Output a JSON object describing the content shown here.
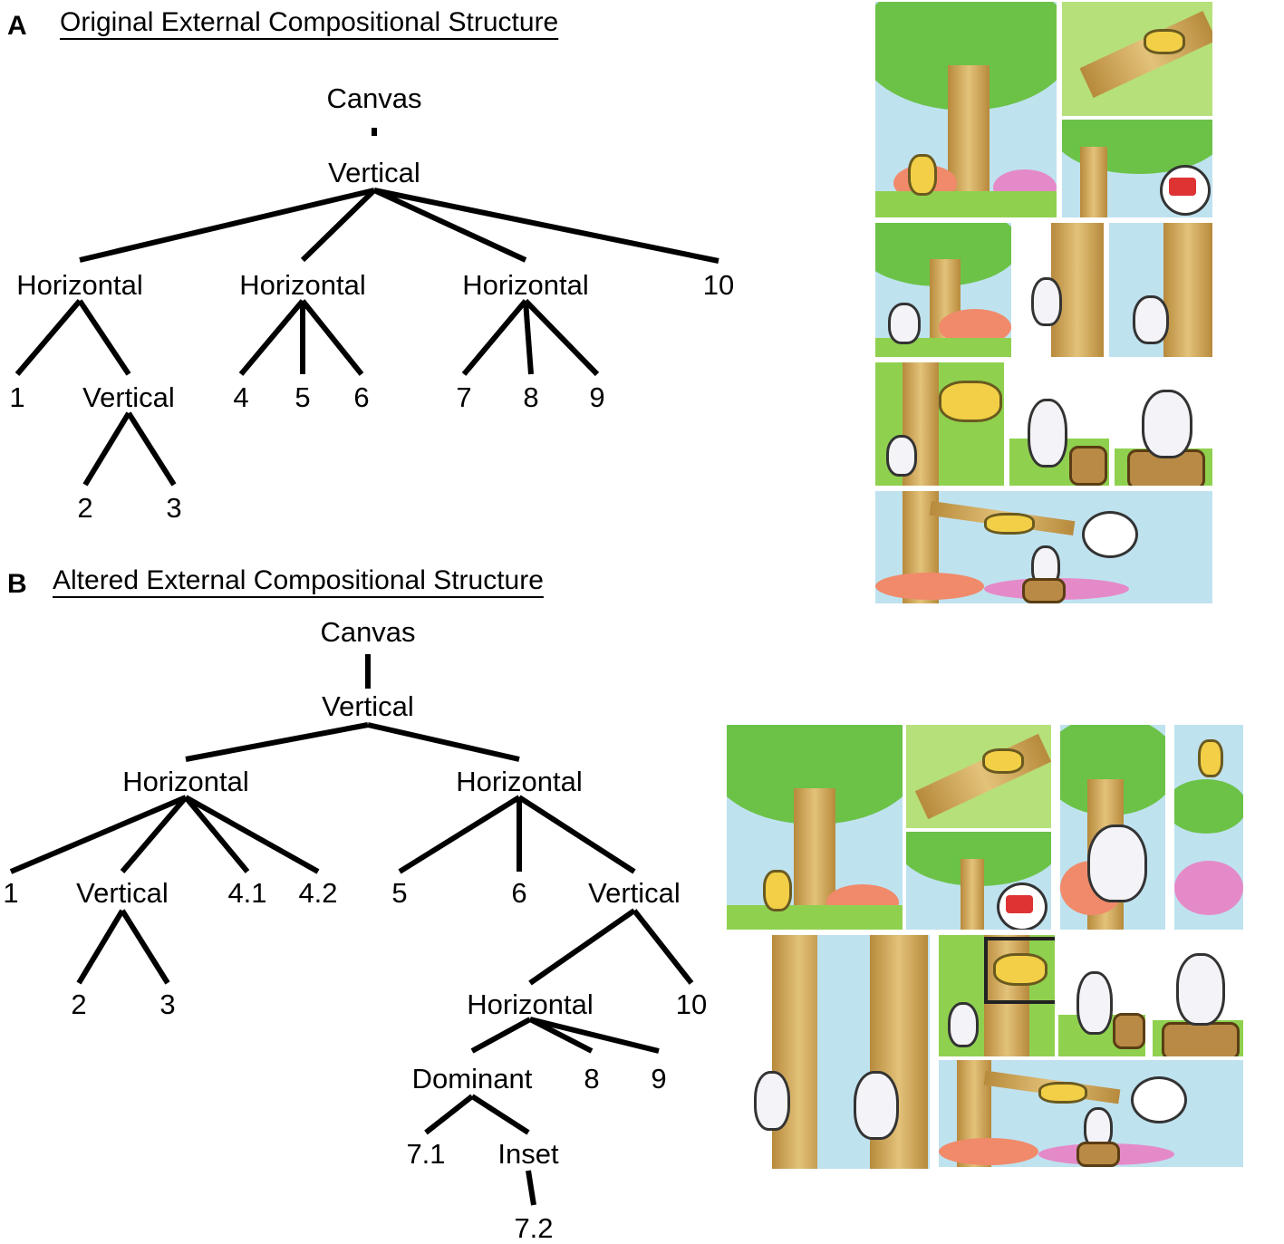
{
  "panel_a": {
    "letter": "A",
    "title": "Original External Compositional Structure"
  },
  "panel_b": {
    "letter": "B",
    "title": "Altered External Compositional Structure"
  },
  "tree_a": {
    "nodes": [
      {
        "id": "a_canvas",
        "label": "Canvas"
      },
      {
        "id": "a_vertical",
        "label": "Vertical"
      },
      {
        "id": "a_h1",
        "label": "Horizontal"
      },
      {
        "id": "a_h2",
        "label": "Horizontal"
      },
      {
        "id": "a_h3",
        "label": "Horizontal"
      },
      {
        "id": "a_10",
        "label": "10"
      },
      {
        "id": "a_1",
        "label": "1"
      },
      {
        "id": "a_v2",
        "label": "Vertical"
      },
      {
        "id": "a_2",
        "label": "2"
      },
      {
        "id": "a_3",
        "label": "3"
      },
      {
        "id": "a_4",
        "label": "4"
      },
      {
        "id": "a_5",
        "label": "5"
      },
      {
        "id": "a_6",
        "label": "6"
      },
      {
        "id": "a_7",
        "label": "7"
      },
      {
        "id": "a_8",
        "label": "8"
      },
      {
        "id": "a_9",
        "label": "9"
      }
    ],
    "edges": [
      [
        "a_canvas",
        "a_vertical"
      ],
      [
        "a_vertical",
        "a_h1"
      ],
      [
        "a_vertical",
        "a_h2"
      ],
      [
        "a_vertical",
        "a_h3"
      ],
      [
        "a_vertical",
        "a_10"
      ],
      [
        "a_h1",
        "a_1"
      ],
      [
        "a_h1",
        "a_v2"
      ],
      [
        "a_v2",
        "a_2"
      ],
      [
        "a_v2",
        "a_3"
      ],
      [
        "a_h2",
        "a_4"
      ],
      [
        "a_h2",
        "a_5"
      ],
      [
        "a_h2",
        "a_6"
      ],
      [
        "a_h3",
        "a_7"
      ],
      [
        "a_h3",
        "a_8"
      ],
      [
        "a_h3",
        "a_9"
      ]
    ]
  },
  "tree_b": {
    "nodes": [
      {
        "id": "b_canvas",
        "label": "Canvas"
      },
      {
        "id": "b_vertical",
        "label": "Vertical"
      },
      {
        "id": "b_h1",
        "label": "Horizontal"
      },
      {
        "id": "b_h2",
        "label": "Horizontal"
      },
      {
        "id": "b_1",
        "label": "1"
      },
      {
        "id": "b_v1",
        "label": "Vertical"
      },
      {
        "id": "b_41",
        "label": "4.1"
      },
      {
        "id": "b_42",
        "label": "4.2"
      },
      {
        "id": "b_2",
        "label": "2"
      },
      {
        "id": "b_3",
        "label": "3"
      },
      {
        "id": "b_5",
        "label": "5"
      },
      {
        "id": "b_6",
        "label": "6"
      },
      {
        "id": "b_v2",
        "label": "Vertical"
      },
      {
        "id": "b_h3",
        "label": "Horizontal"
      },
      {
        "id": "b_10",
        "label": "10"
      },
      {
        "id": "b_dom",
        "label": "Dominant"
      },
      {
        "id": "b_8",
        "label": "8"
      },
      {
        "id": "b_9",
        "label": "9"
      },
      {
        "id": "b_71",
        "label": "7.1"
      },
      {
        "id": "b_inset",
        "label": "Inset"
      },
      {
        "id": "b_72",
        "label": "7.2"
      }
    ],
    "edges": [
      [
        "b_canvas",
        "b_vertical"
      ],
      [
        "b_vertical",
        "b_h1"
      ],
      [
        "b_vertical",
        "b_h2"
      ],
      [
        "b_h1",
        "b_1"
      ],
      [
        "b_h1",
        "b_v1"
      ],
      [
        "b_h1",
        "b_41"
      ],
      [
        "b_h1",
        "b_42"
      ],
      [
        "b_v1",
        "b_2"
      ],
      [
        "b_v1",
        "b_3"
      ],
      [
        "b_h2",
        "b_5"
      ],
      [
        "b_h2",
        "b_6"
      ],
      [
        "b_h2",
        "b_v2"
      ],
      [
        "b_v2",
        "b_h3"
      ],
      [
        "b_v2",
        "b_10"
      ],
      [
        "b_h3",
        "b_dom"
      ],
      [
        "b_h3",
        "b_8"
      ],
      [
        "b_h3",
        "b_9"
      ],
      [
        "b_dom",
        "b_71"
      ],
      [
        "b_dom",
        "b_inset"
      ],
      [
        "b_inset",
        "b_72"
      ]
    ]
  },
  "colors": {
    "line": "#000000",
    "sky": "#bfe2ef",
    "grass": "#8fd14f",
    "tree": "#6cc247",
    "cat": "#f2cf46"
  }
}
